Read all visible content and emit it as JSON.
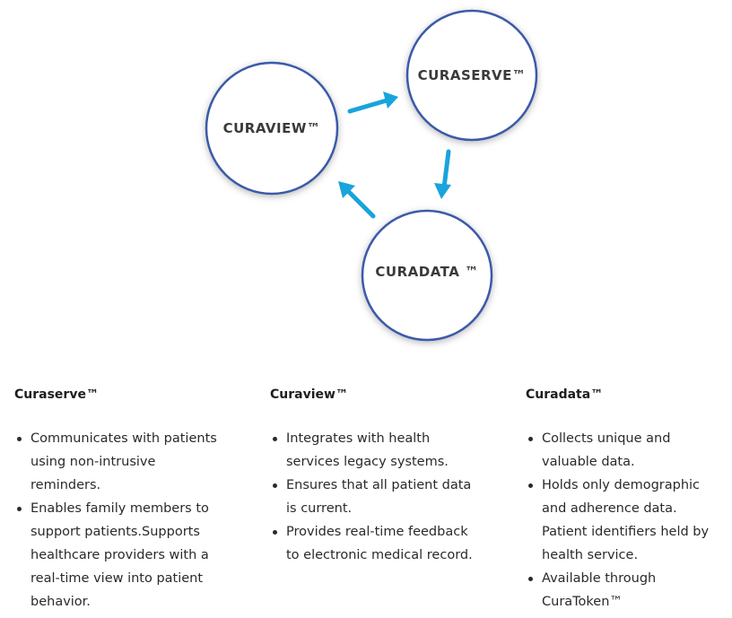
{
  "diagram": {
    "nodes": {
      "curaview": "CURAVIEW™",
      "curaserve": "CURASERVE™",
      "curadata": "CURADATA ™"
    },
    "colors": {
      "circle_stroke": "#3a5aa8",
      "arrow": "#19a4dc"
    },
    "arrows": [
      "curaview-to-curaserve",
      "curaserve-to-curadata",
      "curadata-to-curaview"
    ]
  },
  "columns": [
    {
      "title": "Curaserve™",
      "bullets": [
        "Communicates with patients using non-intrusive reminders.",
        "Enables family members to support patients.Supports healthcare providers with a real-time view into patient behavior."
      ]
    },
    {
      "title": "Curaview™",
      "bullets": [
        "Integrates with health services legacy systems.",
        "Ensures that all patient data is current.",
        "Provides real-time feedback to electronic medical record."
      ]
    },
    {
      "title": "Curadata™",
      "bullets": [
        "Collects unique and valuable data.",
        "Holds only demographic and adherence data. Patient identifiers held by health service.",
        "Available through CuraToken™"
      ]
    }
  ]
}
